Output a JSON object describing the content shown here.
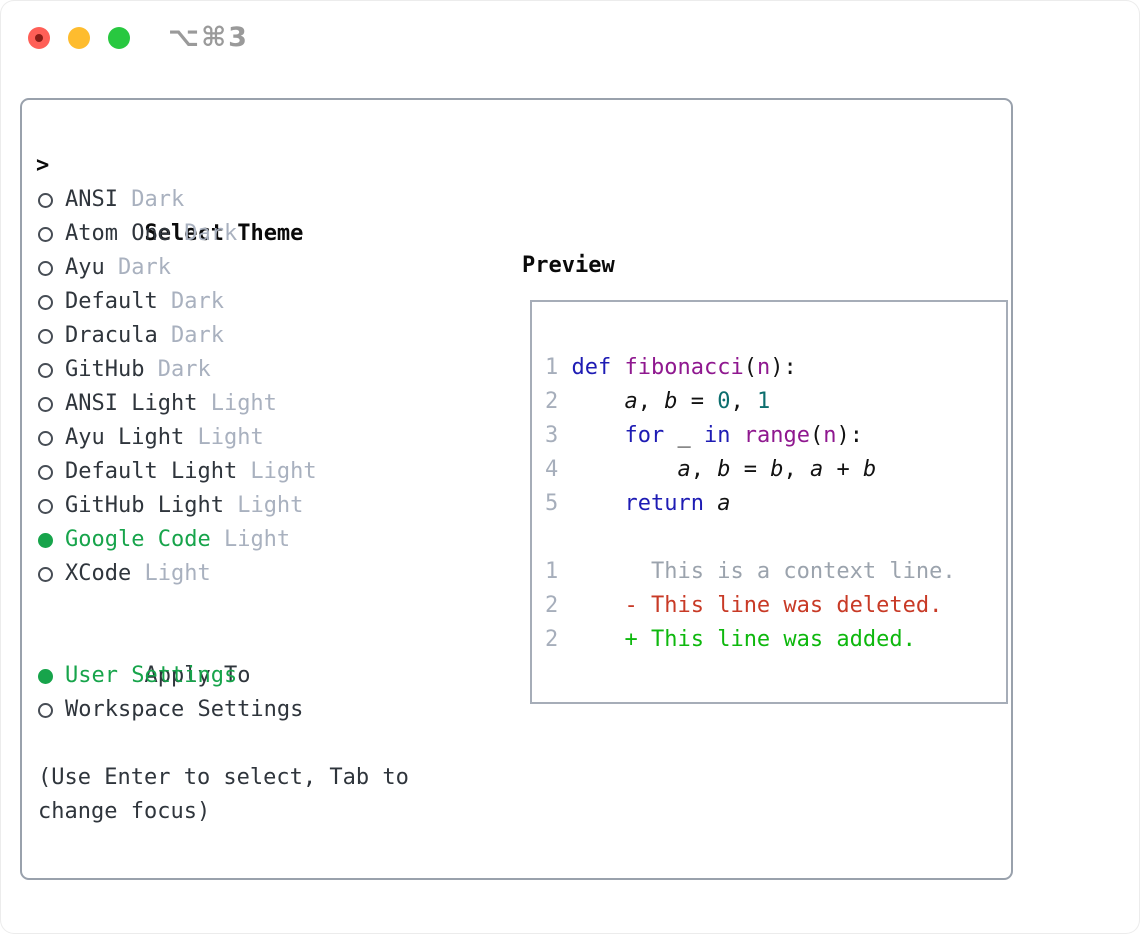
{
  "window": {
    "title": "⌥⌘3"
  },
  "colors": {
    "selected_green": "#17a44b",
    "keyword_blue": "#1e1cb4",
    "identifier_purple": "#8f188f",
    "literal_teal": "#0c6e6e",
    "deleted_red": "#c83a26",
    "added_green": "#0eb80e",
    "muted_gray": "#a9b1bf",
    "traffic_red": "#ff5f57",
    "traffic_yellow": "#febc2e",
    "traffic_green": "#28c840"
  },
  "theme_list": {
    "prompt": ">",
    "header": "Select Theme",
    "items": [
      {
        "name": "ANSI",
        "variant": "Dark",
        "selected": false
      },
      {
        "name": "Atom One",
        "variant": "Dark",
        "selected": false
      },
      {
        "name": "Ayu",
        "variant": "Dark",
        "selected": false
      },
      {
        "name": "Default",
        "variant": "Dark",
        "selected": false
      },
      {
        "name": "Dracula",
        "variant": "Dark",
        "selected": false
      },
      {
        "name": "GitHub",
        "variant": "Dark",
        "selected": false
      },
      {
        "name": "ANSI Light",
        "variant": "Light",
        "selected": false
      },
      {
        "name": "Ayu Light",
        "variant": "Light",
        "selected": false
      },
      {
        "name": "Default Light",
        "variant": "Light",
        "selected": false
      },
      {
        "name": "GitHub Light",
        "variant": "Light",
        "selected": false
      },
      {
        "name": "Google Code",
        "variant": "Light",
        "selected": true
      },
      {
        "name": "XCode",
        "variant": "Light",
        "selected": false
      }
    ]
  },
  "apply_to": {
    "header": "Apply To",
    "options": [
      {
        "label": "User Settings",
        "selected": true
      },
      {
        "label": "Workspace Settings",
        "selected": false
      }
    ]
  },
  "help": {
    "line1": "(Use Enter to select, Tab to",
    "line2": "change focus)"
  },
  "preview": {
    "header": "Preview",
    "code_lines": [
      {
        "num": "1",
        "tokens": [
          {
            "t": " ",
            "c": "pln"
          },
          {
            "t": "def",
            "c": "kwd"
          },
          {
            "t": " ",
            "c": "pln"
          },
          {
            "t": "fibonacci",
            "c": "typ"
          },
          {
            "t": "(",
            "c": "pln"
          },
          {
            "t": "n",
            "c": "typ"
          },
          {
            "t": "):",
            "c": "pln"
          }
        ]
      },
      {
        "num": "2",
        "tokens": [
          {
            "t": "     ",
            "c": "pln"
          },
          {
            "t": "a",
            "c": "var"
          },
          {
            "t": ", ",
            "c": "pln"
          },
          {
            "t": "b",
            "c": "var"
          },
          {
            "t": " = ",
            "c": "pln"
          },
          {
            "t": "0",
            "c": "lit"
          },
          {
            "t": ", ",
            "c": "pln"
          },
          {
            "t": "1",
            "c": "lit"
          }
        ]
      },
      {
        "num": "3",
        "tokens": [
          {
            "t": "     ",
            "c": "pln"
          },
          {
            "t": "for",
            "c": "kwd"
          },
          {
            "t": " _ ",
            "c": "pln"
          },
          {
            "t": "in",
            "c": "kwd"
          },
          {
            "t": " ",
            "c": "pln"
          },
          {
            "t": "range",
            "c": "typ"
          },
          {
            "t": "(",
            "c": "pln"
          },
          {
            "t": "n",
            "c": "typ"
          },
          {
            "t": "):",
            "c": "pln"
          }
        ]
      },
      {
        "num": "4",
        "tokens": [
          {
            "t": "         ",
            "c": "pln"
          },
          {
            "t": "a",
            "c": "var"
          },
          {
            "t": ", ",
            "c": "pln"
          },
          {
            "t": "b",
            "c": "var"
          },
          {
            "t": " = ",
            "c": "pln"
          },
          {
            "t": "b",
            "c": "var"
          },
          {
            "t": ", ",
            "c": "pln"
          },
          {
            "t": "a",
            "c": "var"
          },
          {
            "t": " + ",
            "c": "pln"
          },
          {
            "t": "b",
            "c": "var"
          }
        ]
      },
      {
        "num": "5",
        "tokens": [
          {
            "t": "     ",
            "c": "pln"
          },
          {
            "t": "return",
            "c": "kwd"
          },
          {
            "t": " ",
            "c": "pln"
          },
          {
            "t": "a",
            "c": "var"
          }
        ]
      }
    ],
    "diff_lines": [
      {
        "num": "1",
        "gap": "       ",
        "text": "This is a context line.",
        "kind": "context"
      },
      {
        "num": "2",
        "gap": "     ",
        "text": "- This line was deleted.",
        "kind": "deleted"
      },
      {
        "num": "2",
        "gap": "     ",
        "text": "+ This line was added.",
        "kind": "added"
      }
    ]
  }
}
